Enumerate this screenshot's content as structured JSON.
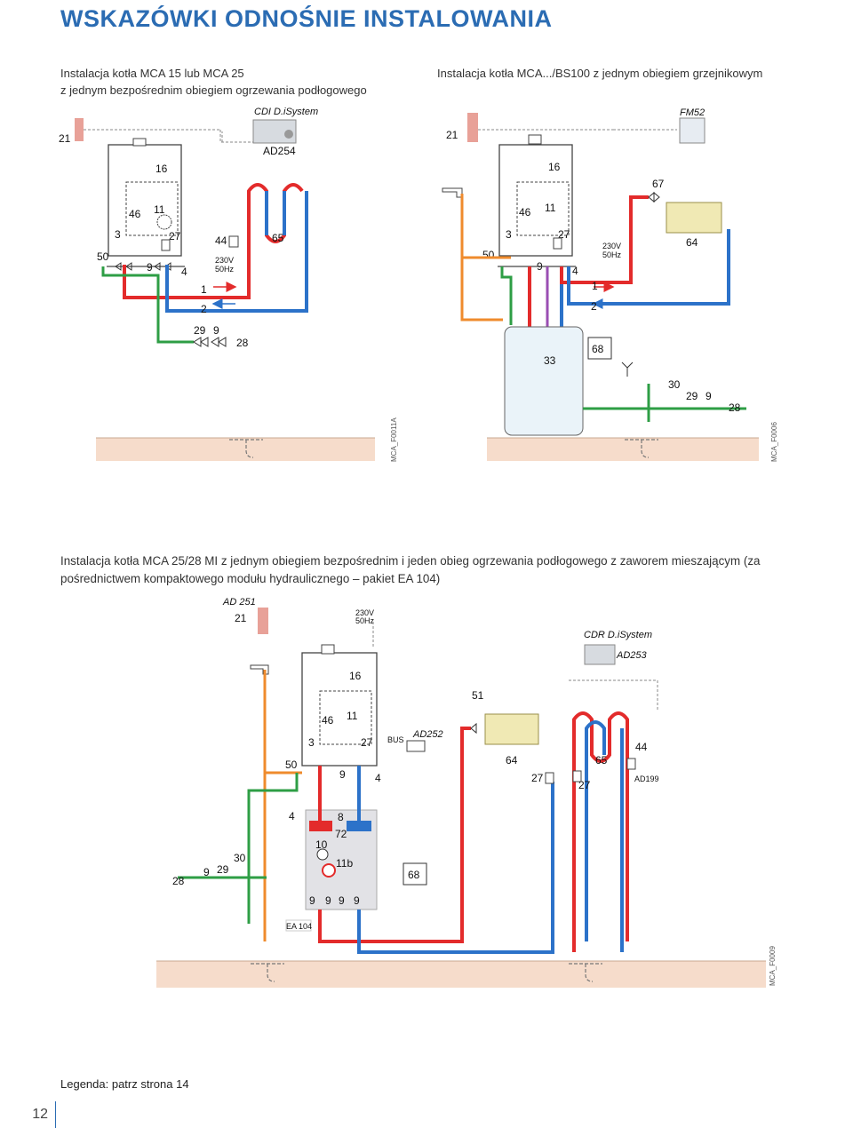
{
  "title": "WSKAZÓWKI ODNOŚNIE INSTALOWANIA",
  "captions": {
    "top_left": [
      "Instalacja kotła MCA 15 lub MCA 25",
      "z jednym bezpośrednim obiegiem ogrzewania podłogowego"
    ],
    "top_right": "Instalacja kotła MCA.../BS100 z jednym obiegiem grzejnikowym",
    "bottom": "Instalacja kotła MCA 25/28 MI z jednym obiegiem bezpośrednim i jeden obieg ogrzewania podłogowego z zaworem mieszającym (za pośrednictwem kompaktowego modułu hydraulicznego – pakiet EA 104)"
  },
  "diagram1": {
    "labels": {
      "n21": "21",
      "cdi": "CDI D.iSystem",
      "ad254": "AD254",
      "n16": "16",
      "n46": "46",
      "n11": "11",
      "n3": "3",
      "n27": "27",
      "n44": "44",
      "n65": "65",
      "n50": "50",
      "n9": "9",
      "n4": "4",
      "v230": "230V",
      "hz50": "50Hz",
      "n1": "1",
      "n2": "2",
      "n29": "29",
      "n9b": "9",
      "n28": "28"
    },
    "code": "MCA_F0011A"
  },
  "diagram2": {
    "labels": {
      "n21": "21",
      "fm52": "FM52",
      "n16": "16",
      "n67": "67",
      "n46": "46",
      "n11": "11",
      "n3": "3",
      "n27": "27",
      "n50": "50",
      "n9": "9",
      "n4": "4",
      "v230": "230V",
      "hz50": "50Hz",
      "n64": "64",
      "n1": "1",
      "n2": "2",
      "n33": "33",
      "n68": "68",
      "n30": "30",
      "n29": "29",
      "n9b": "9",
      "n28": "28"
    },
    "code": "MCA_F0006"
  },
  "diagram3": {
    "labels": {
      "ad251": "AD 251",
      "n21": "21",
      "v230": "230V",
      "hz50": "50Hz",
      "cdr": "CDR D.iSystem",
      "ad253": "AD253",
      "n16": "16",
      "n51": "51",
      "n46": "46",
      "n11": "11",
      "n3": "3",
      "n27": "27",
      "bus": "BUS",
      "ad252": "AD252",
      "n50": "50",
      "n9": "9",
      "n4": "4",
      "n64": "64",
      "n65": "65",
      "n44": "44",
      "n27b": "27",
      "n27c": "27",
      "ad199": "AD199",
      "n4b": "4",
      "n8": "8",
      "n72": "72",
      "n10": "10",
      "n11b": "11b",
      "n68": "68",
      "n30": "30",
      "n29": "29",
      "n9b": "9",
      "n28": "28",
      "n9c": "9",
      "n9d": "9",
      "n9e": "9",
      "n9f": "9",
      "ea104": "EA 104"
    },
    "code": "MCA_F0009"
  },
  "legend_note": "Legenda: patrz strona 14",
  "page_number": "12",
  "colors": {
    "title": "#2b6cb3",
    "supply": "#e32b2b",
    "return": "#2c72c9",
    "cold_water": "#2e9e45",
    "dhw": "#ef8b2d",
    "gas": "#9a4fb3",
    "floor": "#f6dccb"
  }
}
